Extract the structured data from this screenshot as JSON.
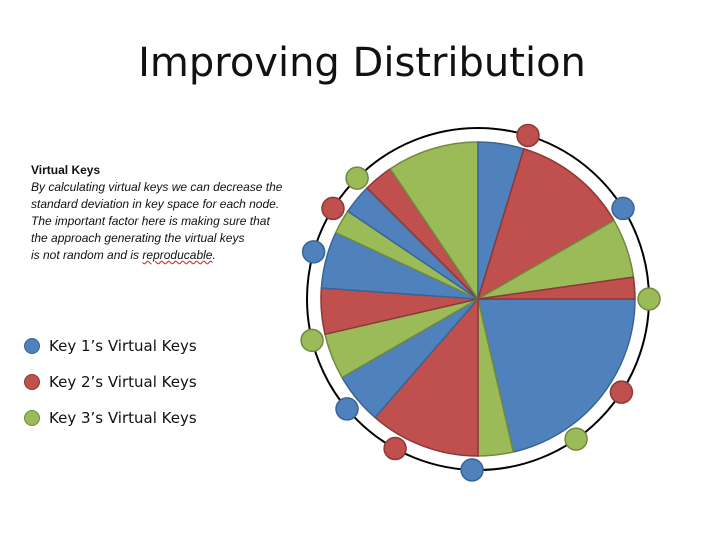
{
  "slide": {
    "title": "Improving Distribution",
    "text": {
      "heading": "Virtual Keys",
      "lines": [
        "By calculating virtual keys we can decrease the",
        "standard deviation in key space for each node.",
        "The important factor here is making sure that",
        "the approach generating the virtual keys",
        "is not random and is "
      ],
      "last_word": "reproducable",
      "last_punct": "."
    },
    "legend": [
      {
        "label": "Key 1’s Virtual Keys",
        "color_key": "blue"
      },
      {
        "label": "Key 2’s Virtual Keys",
        "color_key": "red"
      },
      {
        "label": "Key 3’s Virtual Keys",
        "color_key": "green"
      }
    ]
  },
  "colors": {
    "blue": {
      "fill": "#4f81bd",
      "stroke": "#3a6496"
    },
    "red": {
      "fill": "#c0504d",
      "stroke": "#8c3836"
    },
    "green": {
      "fill": "#9bbb59",
      "stroke": "#71893f"
    }
  },
  "diagram": {
    "wedge_colors": [
      "blue",
      "green",
      "red",
      "blue",
      "green",
      "red",
      "blue",
      "green",
      "blue",
      "red",
      "green",
      "blue",
      "red",
      "green",
      "red"
    ],
    "node_colors": [
      "red",
      "blue",
      "green",
      "red",
      "green",
      "blue",
      "red",
      "blue",
      "green",
      "blue",
      "red",
      "green"
    ]
  }
}
